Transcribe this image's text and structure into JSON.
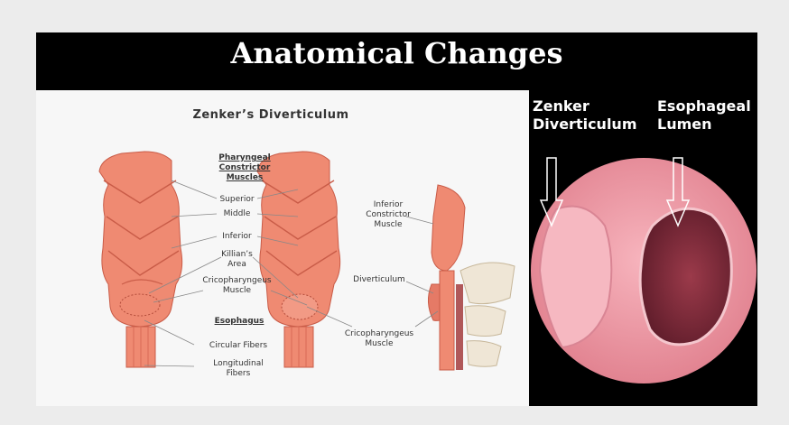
{
  "slide": {
    "title": "Anatomical Changes"
  },
  "diagram": {
    "title": "Zenker’s Diverticulum",
    "pharyngeal_heading": [
      "Pharyngeal",
      "Constrictor",
      "Muscles"
    ],
    "labels": {
      "superior": "Superior",
      "middle": "Middle",
      "inferior": "Inferior",
      "killians": [
        "Killian’s",
        "Area"
      ],
      "cricopharyngeus": [
        "Cricopharyngeus",
        "Muscle"
      ],
      "esophagus": "Esophagus",
      "circular": "Circular Fibers",
      "longitudinal": [
        "Longitudinal",
        "Fibers"
      ],
      "inferior_constrictor": [
        "Inferior",
        "Constrictor",
        "Muscle"
      ],
      "diverticulum": "Diverticulum",
      "cricopharyngeus_right": [
        "Cricopharyngeus",
        "Muscle"
      ]
    }
  },
  "endoscopy": {
    "label_left": [
      "Zenker",
      "Diverticulum"
    ],
    "label_right": [
      "Esophageal",
      "Lumen"
    ]
  },
  "colors": {
    "background": "#ececec",
    "slide": "#000000",
    "muscle": "#ef8a72",
    "muscle_dark": "#d86a55",
    "lumen": "#f3a8b2"
  }
}
